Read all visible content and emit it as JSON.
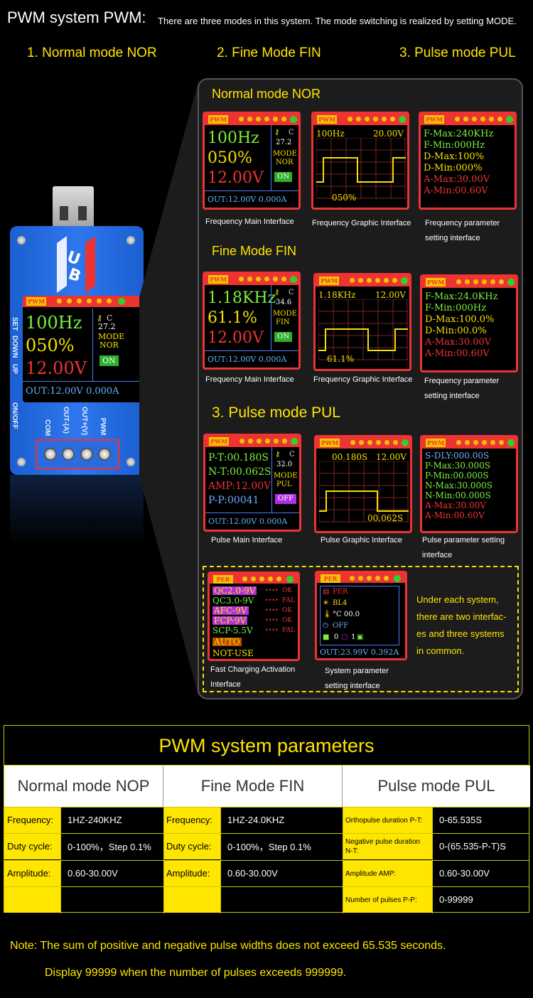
{
  "header": {
    "title": "PWM system PWM:",
    "description": "There are three modes in this system. The mode switching is realized by setting MODE."
  },
  "modes": {
    "nor": "1. Normal mode NOR",
    "fin": "2. Fine Mode FIN",
    "pul": "3. Pulse mode PUL"
  },
  "device": {
    "screen": {
      "badge": "PWM",
      "freq": "100Hz",
      "duty": "050%",
      "amp": "12.00V",
      "temp": "27.2",
      "temp_unit": "C",
      "mode_label": "MODE",
      "mode": "NOR",
      "state": "ON",
      "out": "OUT:12.00V 0.000A"
    },
    "side_labels": [
      "SET",
      "DOWN",
      "UP",
      "ON/OFF"
    ],
    "terminal_labels": [
      "COM",
      "OUT-(A)",
      "OUT+(V)",
      "PWM"
    ]
  },
  "panel": {
    "nor": {
      "title": "Normal mode NOR",
      "main": {
        "badge": "PWM",
        "freq": "100Hz",
        "duty": "050%",
        "amp": "12.00V",
        "temp": "27.2",
        "temp_unit": "C",
        "mode_label": "MODE",
        "mode": "NOR",
        "state": "ON",
        "out": "OUT:12.00V 0.000A"
      },
      "graph": {
        "badge": "PWM",
        "freq": "100Hz",
        "amp": "20.00V",
        "duty": "050%"
      },
      "params": {
        "badge": "PWM",
        "lines": [
          "F-Max:240KHz",
          "F-Min:000Hz",
          "D-Max:100%",
          "D-Min:000%",
          "A-Max:30.00V",
          "A-Min:00.60V"
        ]
      },
      "captions": [
        "Frequency Main Interface",
        "Frequency Graphic Interface",
        "Frequency parameter setting interface"
      ]
    },
    "fin": {
      "title": "Fine Mode FIN",
      "main": {
        "badge": "PWM",
        "freq": "1.18KHz",
        "duty": "61.1%",
        "amp": "12.00V",
        "temp": "34.6",
        "temp_unit": "C",
        "mode_label": "MODE",
        "mode": "FIN",
        "state": "ON",
        "out": "OUT:12.00V 0.000A"
      },
      "graph": {
        "badge": "PWM",
        "freq": "1.18KHz",
        "amp": "12.00V",
        "duty": "61.1%"
      },
      "params": {
        "badge": "PWM",
        "lines": [
          "F-Max:24.0KHz",
          "F-Min:000Hz",
          "D-Max:100.0%",
          "D-Min:00.0%",
          "A-Max:30.00V",
          "A-Min:00.60V"
        ]
      },
      "captions": [
        "Frequency Main Interface",
        "Frequency Graphic Interface",
        "Frequency parameter setting interface"
      ]
    },
    "pul": {
      "title": "3. Pulse mode PUL",
      "main": {
        "badge": "PWM",
        "pt": "P-T:00.180S",
        "nt": "N-T:00.062S",
        "amp": "AMP:12.00V",
        "pp": "P-P:00041",
        "temp": "32.0",
        "temp_unit": "C",
        "mode_label": "MODE",
        "mode": "PUL",
        "state": "OFF",
        "out": "OUT:12.00V 0.000A"
      },
      "graph": {
        "badge": "PWM",
        "pt": "00.180S",
        "amp": "12.00V",
        "nt": "00.062S"
      },
      "params": {
        "badge": "PWM",
        "lines": [
          "S-DLY:000.00S",
          "P-Max:30.000S",
          "P-Min:00.000S",
          "N-Max:30.000S",
          "N-Min:00.000S",
          "A-Max:30.00V",
          "A-Min:00.60V"
        ]
      },
      "captions": [
        "Pulse Main Interface",
        "Pulse Graphic Interface",
        "Pulse parameter setting interface"
      ]
    },
    "common": {
      "fast": {
        "badge": "PER",
        "rows": [
          {
            "name": "QC2.0-9V",
            "status": "OK",
            "hl": true
          },
          {
            "name": "QC3.0-9V",
            "status": "FAL",
            "hl": false
          },
          {
            "name": "AFC-9V",
            "status": "OK",
            "hl": true
          },
          {
            "name": "FCP-9V",
            "status": "OK",
            "hl": true
          },
          {
            "name": "SCP-5.5V",
            "status": "FAL",
            "hl": false
          }
        ],
        "auto": "AUTO",
        "notuse": "NOT-USE",
        "caption": "Fast Charging Activation Interface"
      },
      "system": {
        "badge": "PER",
        "rows": [
          "PER",
          "BL4",
          "°C 00.0",
          "OFF"
        ],
        "nums": [
          "0",
          "1"
        ],
        "out": "OUT:23.99V 0.392A",
        "caption": "System parameter setting interface"
      },
      "note": "Under each system, there are two interfac- es and three systems in common."
    }
  },
  "params_table": {
    "title": "PWM system parameters",
    "heads": [
      "Normal mode NOP",
      "Fine Mode FIN",
      "Pulse mode PUL"
    ],
    "nor": [
      [
        "Frequency:",
        "1HZ-240KHZ"
      ],
      [
        "Duty cycle:",
        "0-100%，Step 0.1%"
      ],
      [
        "Amplitude:",
        "0.60-30.00V"
      ],
      [
        "",
        ""
      ]
    ],
    "fin": [
      [
        "Frequency:",
        "1HZ-24.0KHZ"
      ],
      [
        "Duty cycle:",
        "0-100%，Step 0.1%"
      ],
      [
        "Amplitude:",
        "0.60-30.00V"
      ],
      [
        "",
        ""
      ]
    ],
    "pul": [
      [
        "Orthopulse duration P-T:",
        "0-65.535S"
      ],
      [
        "Negative pulse duration N-T:",
        "0-(65.535-P-T)S"
      ],
      [
        "Amplitude AMP:",
        "0.60-30.00V"
      ],
      [
        "Number of pulses P-P:",
        "0-99999"
      ]
    ]
  },
  "notes": {
    "line1": "Note: The sum of positive and negative pulse widths does not exceed 65.535 seconds.",
    "line2": "Display 99999 when the number of pulses exceeds 999999."
  },
  "colors": {
    "accent_yellow": "#ffe600",
    "screen_red": "#e33333",
    "device_blue": "#2e77ee"
  }
}
